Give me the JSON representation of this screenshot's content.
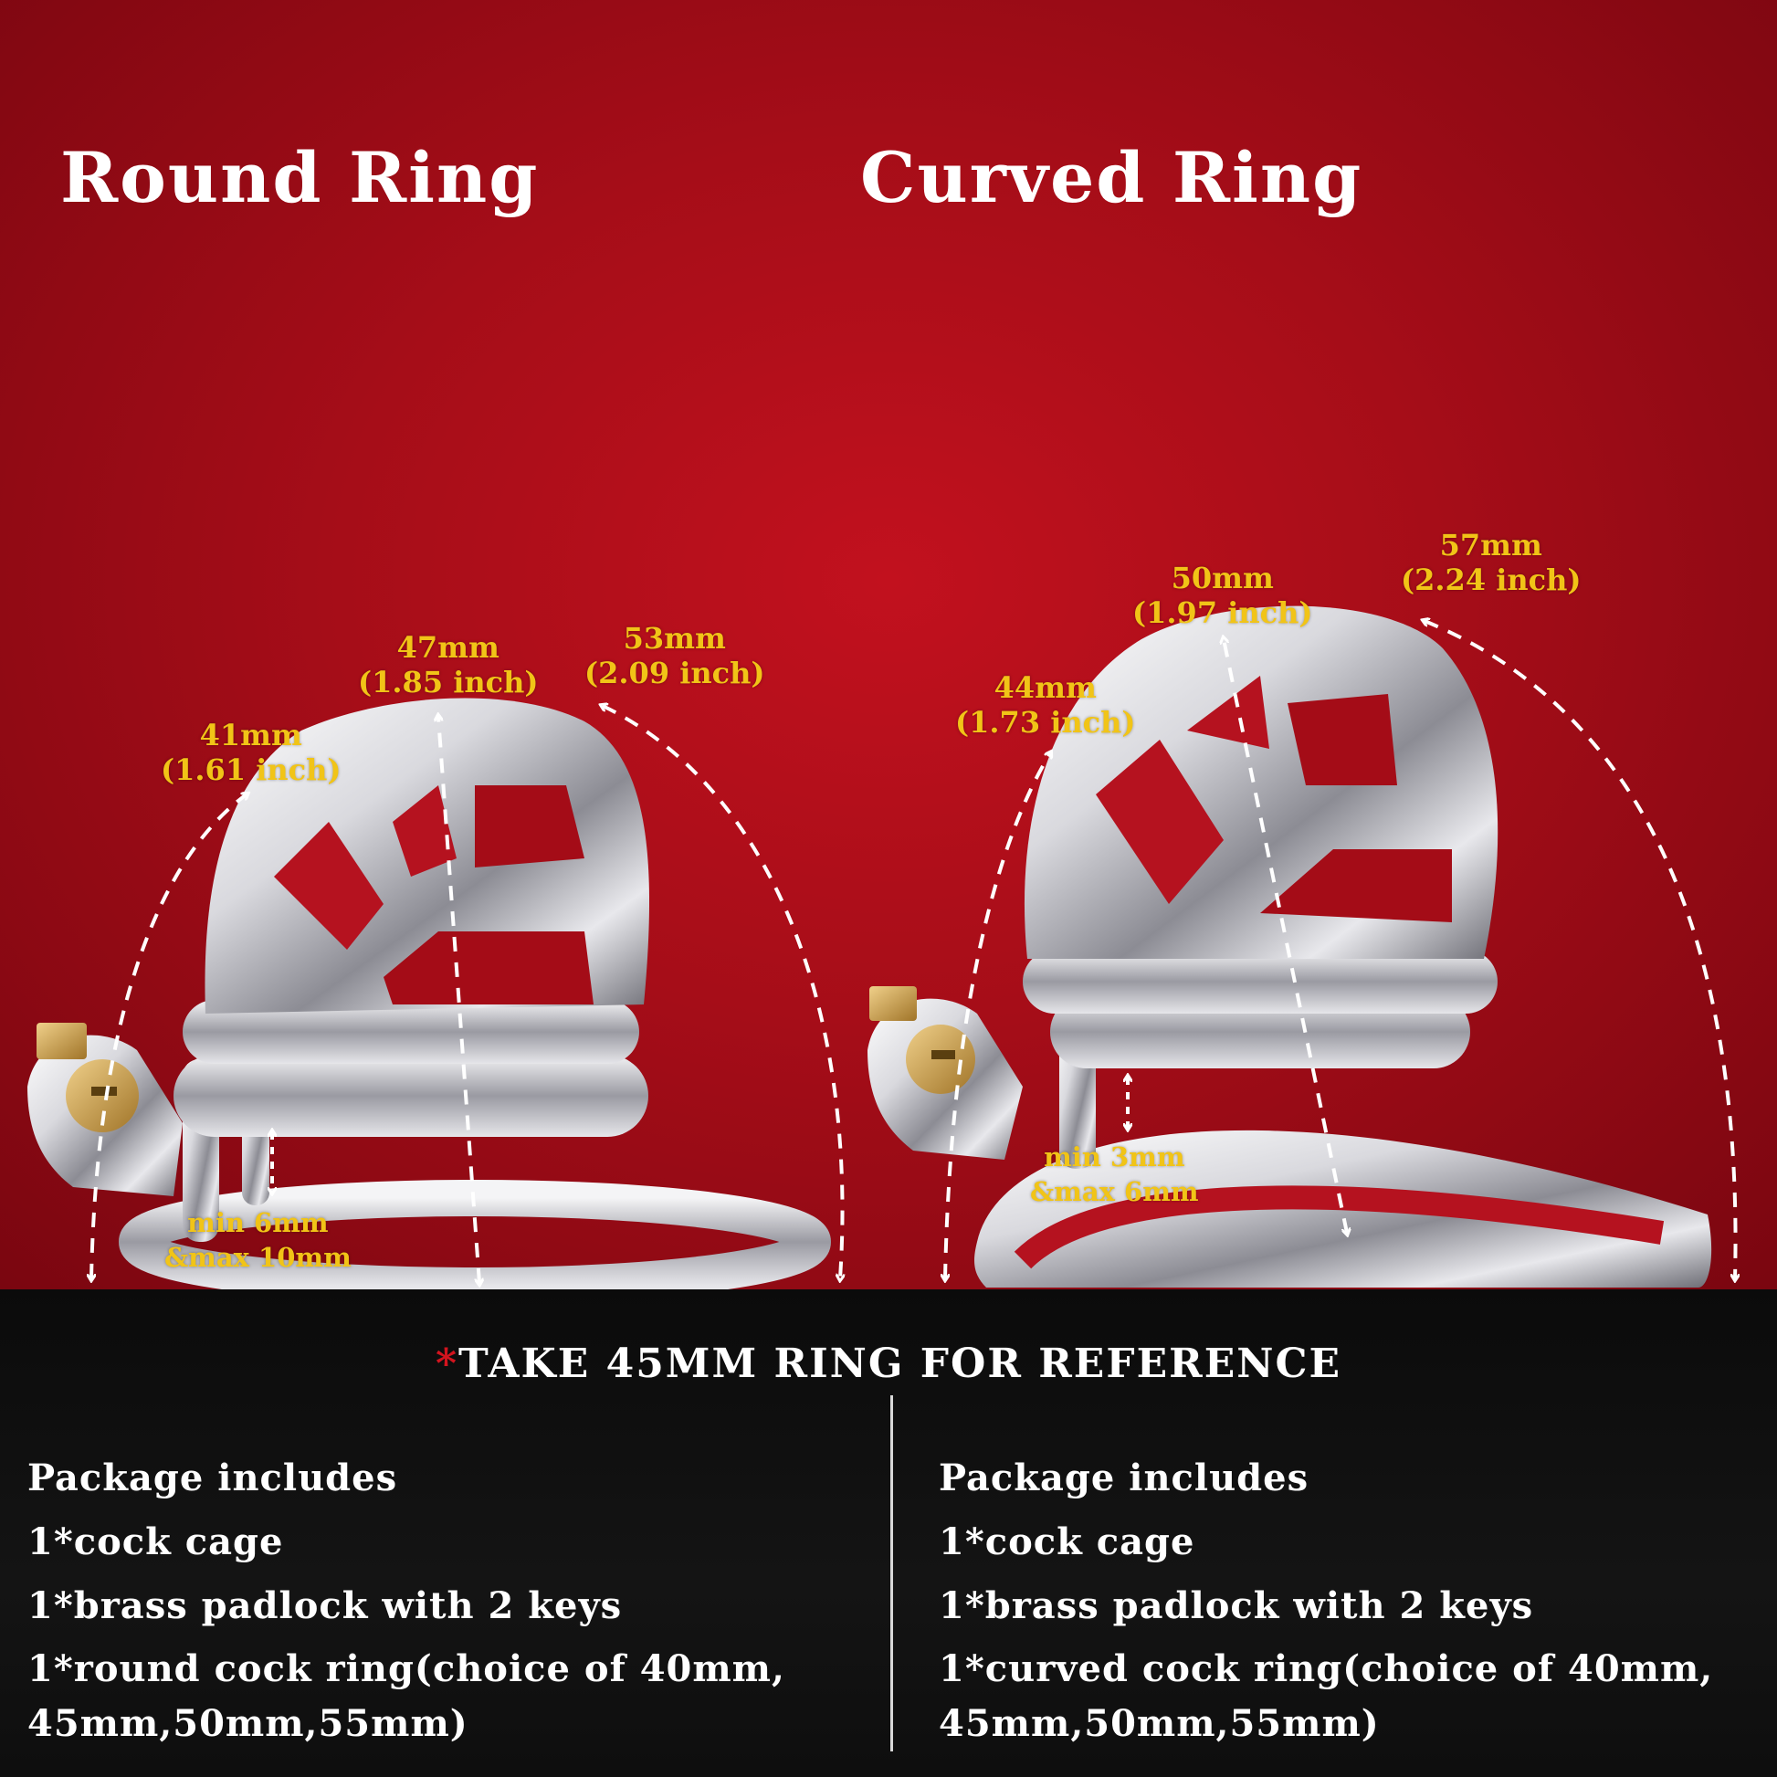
{
  "left_title": "Round Ring",
  "right_title": "Curved Ring",
  "round": {
    "d41": {
      "mm": "41mm",
      "inch": "(1.61 inch)"
    },
    "d47": {
      "mm": "47mm",
      "inch": "(1.85 inch)"
    },
    "d53": {
      "mm": "53mm",
      "inch": "(2.09 inch)"
    },
    "gap": {
      "min": "min 6mm",
      "max": "&max 10mm"
    }
  },
  "curved": {
    "d44": {
      "mm": "44mm",
      "inch": "(1.73 inch)"
    },
    "d50": {
      "mm": "50mm",
      "inch": "(1.97 inch)"
    },
    "d57": {
      "mm": "57mm",
      "inch": "(2.24 inch)"
    },
    "gap": {
      "min": "min 3mm",
      "max": "&max 6mm"
    }
  },
  "reference": {
    "star": "*",
    "text": "TAKE 45MM RING FOR REFERENCE"
  },
  "package_left": {
    "heading": "Package includes",
    "items": [
      "1*cock cage",
      "1*brass padlock with 2 keys",
      "1*round cock ring(choice of 40mm, 45mm,50mm,55mm)"
    ]
  },
  "package_right": {
    "heading": "Package includes",
    "items": [
      "1*cock cage",
      "1*brass padlock with 2 keys",
      "1*curved cock ring(choice of 40mm, 45mm,50mm,55mm)"
    ]
  },
  "colors": {
    "background": "#a50d18",
    "dimension_text": "#f1c417",
    "footer": "#0e0e0e",
    "star": "#d3141e"
  }
}
